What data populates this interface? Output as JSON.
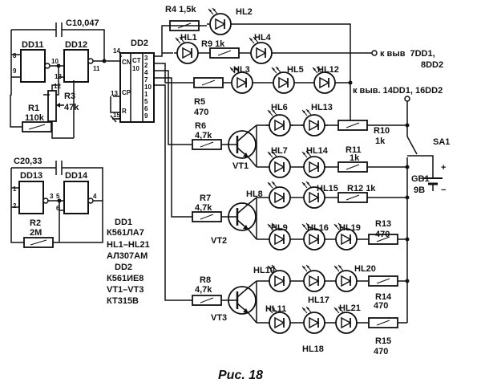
{
  "figure": {
    "caption": "Рис. 18"
  },
  "chips": {
    "dd11": "DD11",
    "dd12": "DD12",
    "dd13": "DD13",
    "dd14": "DD14",
    "dd2": "DD2",
    "ct_top": "CT",
    "ct_bot": "10",
    "cn": "CN",
    "cp": "CP",
    "r": "R"
  },
  "pins": {
    "dd1_in1": "8",
    "dd1_in2": "9",
    "dd1_out": "10",
    "dd12_in1": "13",
    "dd12_in2": "12",
    "dd12_out": "11",
    "dd13_in1": "1",
    "dd13_in2": "2",
    "dd13_out": "3",
    "dd14_in1": "5",
    "dd14_in2": "6",
    "dd14_out": "4",
    "dd2_14": "14",
    "dd2_13": "13",
    "dd2_15": "15",
    "q3": "3",
    "q2": "2",
    "q4": "4",
    "q7": "7",
    "q10": "10",
    "q1": "1",
    "q5": "5",
    "q6": "6",
    "q9": "9"
  },
  "components": {
    "c1": "C1",
    "c1_val": "0,047",
    "c2": "C2",
    "c2_val": "0,33",
    "r1": "R1",
    "r1_val": "110k",
    "r2": "R2",
    "r2_val": "2M",
    "r3": "R3",
    "r3_val": "47k",
    "r4": "R4",
    "r4_val": "1,5k",
    "r5": "R5",
    "r5_val": "470",
    "r6": "R6",
    "r6_val": "4,7k",
    "r7": "R7",
    "r7_val": "4,7k",
    "r8": "R8",
    "r8_val": "4,7k",
    "r9": "R9",
    "r9_val": "1k",
    "r10": "R10",
    "r10_val": "1k",
    "r11": "R11",
    "r11_val": "1k",
    "r12": "R12",
    "r12_val": "1k",
    "r13": "R13",
    "r13_val": "470",
    "r14": "R14",
    "r14_val": "470",
    "r15": "R15",
    "r15_val": "470",
    "vt1": "VT1",
    "vt2": "VT2",
    "vt3": "VT3",
    "sa1": "SA1",
    "gb1": "GB1",
    "gb1_val": "9B",
    "plus": "+",
    "minus": "−"
  },
  "leds": [
    "HL1",
    "HL2",
    "HL3",
    "HL4",
    "HL5",
    "HL6",
    "HL7",
    "HL8",
    "HL9",
    "HL10",
    "HL11",
    "HL12",
    "HL13",
    "HL14",
    "HL15",
    "HL16",
    "HL17",
    "HL18",
    "HL19",
    "HL20",
    "HL21"
  ],
  "outputs": {
    "out1_prefix": "к выв",
    "out1_main": "7DD1,",
    "out1_line2": "8DD2",
    "out2": "к выв. 14DD1, 16DD2"
  },
  "legend": [
    {
      "ref": "DD1",
      "part": "К561ЛА7"
    },
    {
      "ref": "HL1–HL21",
      "part": "АЛ307АМ"
    },
    {
      "ref": "DD2",
      "part": "К561ИЕ8"
    },
    {
      "ref": "VT1–VT3",
      "part": "КТ315В"
    }
  ]
}
